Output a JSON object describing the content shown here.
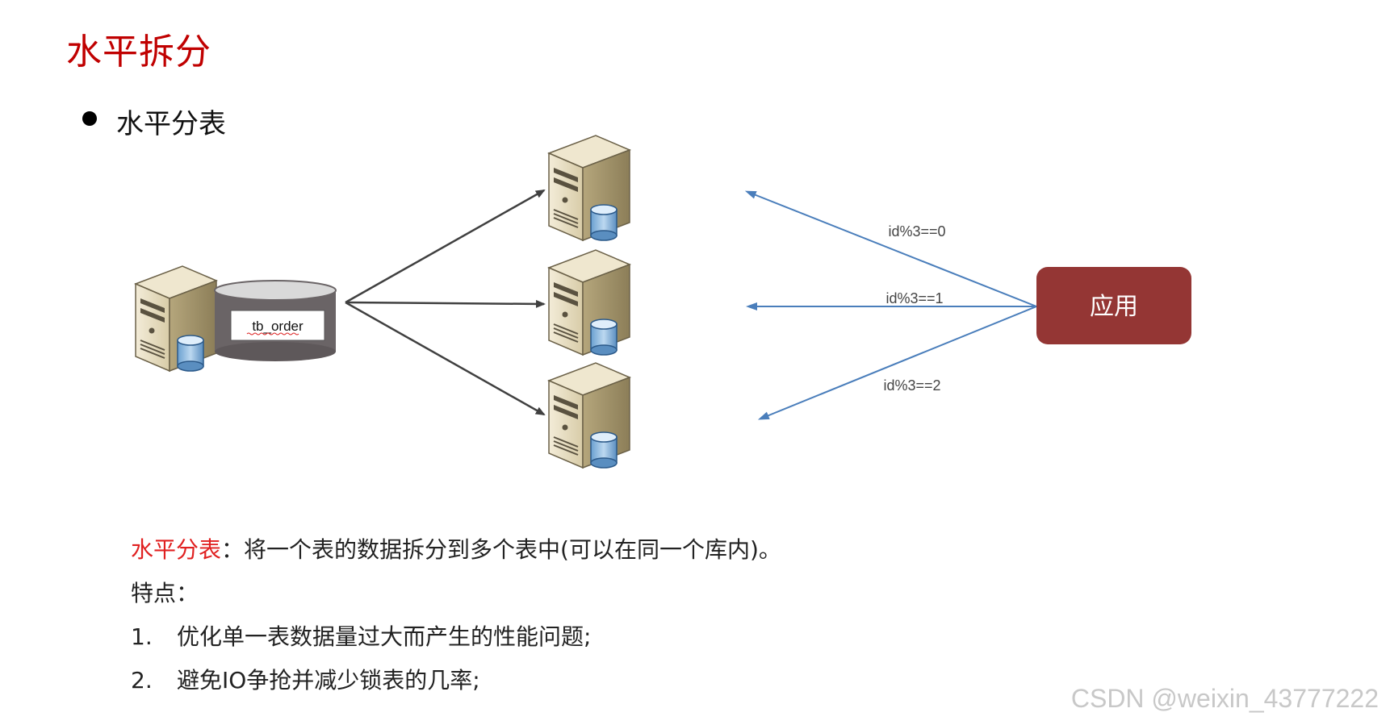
{
  "title": "水平拆分",
  "bullet": "水平分表",
  "diagram": {
    "source_table_label": "tb_order",
    "app_label": "应用",
    "rules": [
      "id%3==0",
      "id%3==1",
      "id%3==2"
    ],
    "colors": {
      "app_box": "#943634",
      "route_arrow": "#4a7ebb",
      "split_arrow": "#404040",
      "cylinder": "#6a6466"
    }
  },
  "description": {
    "term": "水平分表",
    "separator": "：",
    "text": "将一个表的数据拆分到多个表中(可以在同一个库内)。"
  },
  "features": {
    "title": "特点：",
    "items": [
      {
        "num": "1.",
        "text": "优化单一表数据量过大而产生的性能问题;"
      },
      {
        "num": "2.",
        "text": "避免IO争抢并减少锁表的几率;"
      }
    ]
  },
  "watermark": "CSDN @weixin_43777222"
}
